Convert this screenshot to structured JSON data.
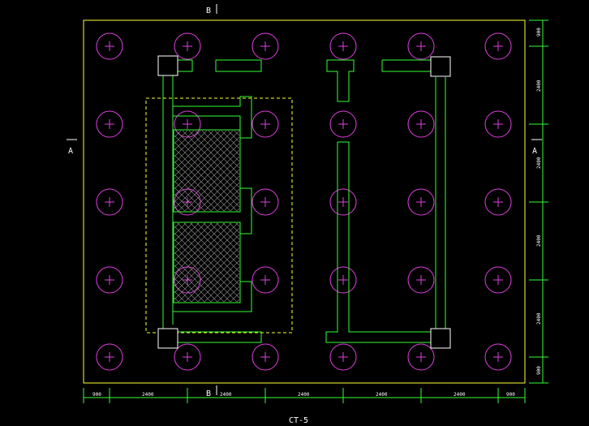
{
  "drawing": {
    "title": "CT-5",
    "section_labels": {
      "a_left": "A",
      "a_right": "A",
      "b_top": "B",
      "b_bottom": "B"
    }
  },
  "dimensions": {
    "bottom": [
      "900",
      "2400",
      "2400",
      "2400",
      "2400",
      "2400",
      "900"
    ],
    "right": [
      "900",
      "2400",
      "2400",
      "2400",
      "2400",
      "900"
    ]
  },
  "colors": {
    "background": "#000000",
    "outline": "#ffff33",
    "piles": "#e040e0",
    "walls": "#33ff33",
    "dimension": "#33ff33",
    "text": "#ffffff",
    "column": "#ffffff",
    "hatch": "#9a9a9a"
  }
}
